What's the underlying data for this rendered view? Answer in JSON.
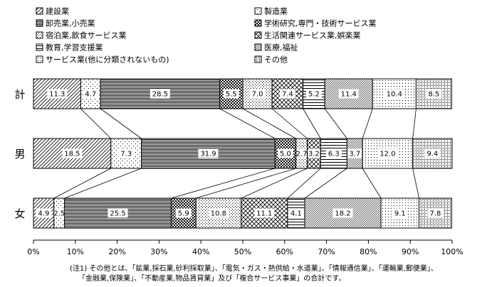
{
  "chart_data": {
    "type": "bar",
    "orientation": "horizontal",
    "stacked": true,
    "percent": true,
    "categories": [
      "計",
      "男",
      "女"
    ],
    "xlim": [
      0,
      100
    ],
    "xticks": [
      "0%",
      "10%",
      "20%",
      "30%",
      "40%",
      "50%",
      "60%",
      "70%",
      "80%",
      "90%",
      "100%"
    ],
    "legend_position": "top",
    "series": [
      {
        "name": "建設業",
        "pattern": "diagonal",
        "values": [
          11.3,
          18.5,
          4.9
        ]
      },
      {
        "name": "製造業",
        "pattern": "dots-sparse",
        "values": [
          4.7,
          7.3,
          2.5
        ]
      },
      {
        "name": "卸売業,小売業",
        "pattern": "horizontal-dense",
        "values": [
          28.5,
          31.9,
          25.5
        ]
      },
      {
        "name": "学術研究,専門・技術サービス業",
        "pattern": "checker",
        "values": [
          5.5,
          5.0,
          5.9
        ]
      },
      {
        "name": "宿泊業,飲食サービス業",
        "pattern": "dots-dense",
        "values": [
          7.0,
          2.7,
          10.8
        ]
      },
      {
        "name": "生活関連サービス業,娯楽業",
        "pattern": "cross-diagonal",
        "values": [
          7.4,
          3.2,
          11.1
        ]
      },
      {
        "name": "教育,学習支援業",
        "pattern": "horizontal",
        "values": [
          5.2,
          6.3,
          4.1
        ]
      },
      {
        "name": "医療,福祉",
        "pattern": "diagonal-dense",
        "values": [
          11.4,
          3.7,
          18.2
        ]
      },
      {
        "name": "サービス業(他に分類されないもの)",
        "pattern": "dots-medium",
        "values": [
          10.4,
          12.0,
          9.1
        ]
      },
      {
        "name": "その他",
        "pattern": "grid-dots",
        "values": [
          8.5,
          9.4,
          7.8
        ]
      }
    ],
    "data_labels": [
      [
        "11.3",
        "4.7",
        "28.5",
        "5.5",
        "7.0",
        "7.4",
        "5.2",
        "11.4",
        "10.4",
        "8.5"
      ],
      [
        "18.5",
        "7.3",
        "31.9",
        "5.0",
        "2.7",
        "3.2",
        "6.3",
        "3.7",
        "12.0",
        "9.4"
      ],
      [
        "4.9",
        "2.5",
        "25.5",
        "5.9",
        "10.8",
        "11.1",
        "4.1",
        "18.2",
        "9.1",
        "7.8"
      ]
    ],
    "connector_lines": true,
    "grid": false
  },
  "notes": [
    "(注1) その他とは、「鉱業,採石業,砂利採取業」、「電気・ガス・熱供給・水道業」、「情報通信業」、「運輸業,郵便業」、",
    "「金融業,保険業」、「不動産業,物品賃貸業」及び「複合サービス事業」の合計です。"
  ]
}
